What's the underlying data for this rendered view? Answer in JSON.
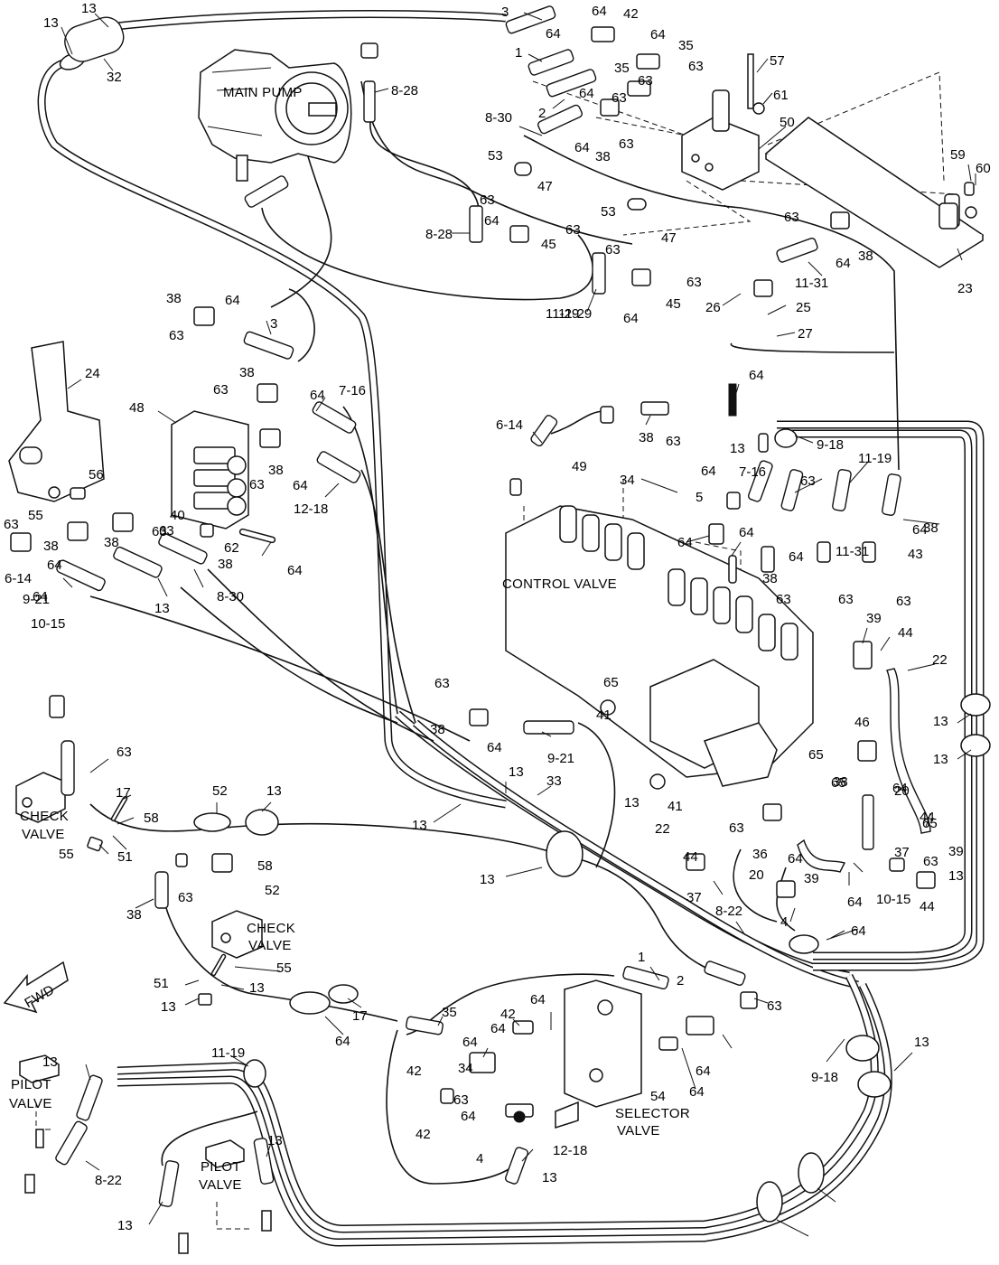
{
  "components": {
    "main_pump": "MAIN  PUMP",
    "control_valve": "CONTROL  VALVE",
    "check_valve_1_a": "CHECK",
    "check_valve_1_b": "VALVE",
    "check_valve_2_a": "CHECK",
    "check_valve_2_b": "VALVE",
    "pilot_valve_1_a": "PILOT",
    "pilot_valve_1_b": "VALVE",
    "pilot_valve_2_a": "PILOT",
    "pilot_valve_2_b": "VALVE",
    "selector_valve_a": "SELECTOR",
    "selector_valve_b": "VALVE",
    "fwd": "FWD"
  },
  "callouts": [
    "13",
    "13",
    "32",
    "3",
    "64",
    "42",
    "64",
    "1",
    "64",
    "35",
    "63",
    "57",
    "2",
    "35",
    "64",
    "63",
    "61",
    "8-28",
    "50",
    "8-30",
    "63",
    "64",
    "38",
    "63",
    "53",
    "47",
    "63",
    "64",
    "63",
    "45",
    "8-28",
    "53",
    "63",
    "47",
    "63",
    "45",
    "11-29",
    "64",
    "11-29",
    "26",
    "25",
    "27",
    "63",
    "38",
    "64",
    "11-31",
    "23",
    "59",
    "60",
    "38",
    "64",
    "3",
    "63",
    "24",
    "38",
    "63",
    "64",
    "7-16",
    "48",
    "63",
    "38",
    "64",
    "12-18",
    "56",
    "55",
    "63",
    "64",
    "38",
    "63",
    "38",
    "64",
    "63",
    "40",
    "62",
    "38",
    "64",
    "6-14",
    "9-21",
    "10-15",
    "13",
    "8-30",
    "64",
    "6-14",
    "38",
    "63",
    "49",
    "34",
    "64",
    "7-16",
    "13",
    "9-18",
    "11-19",
    "63",
    "5",
    "64",
    "64",
    "64",
    "11-31",
    "43",
    "64",
    "38",
    "38",
    "63",
    "63",
    "63",
    "39",
    "44",
    "22",
    "63",
    "38",
    "64",
    "9-21",
    "65",
    "41",
    "13",
    "13",
    "46",
    "65",
    "38",
    "64",
    "63",
    "17",
    "58",
    "55",
    "51",
    "52",
    "13",
    "13",
    "33",
    "13",
    "13",
    "13",
    "41",
    "65",
    "20",
    "44",
    "22",
    "63",
    "39",
    "65",
    "44",
    "37",
    "63",
    "44",
    "36",
    "64",
    "10-15",
    "37",
    "8-22",
    "20",
    "39",
    "64",
    "13",
    "4",
    "64",
    "38",
    "63",
    "58",
    "52",
    "55",
    "51",
    "13",
    "13",
    "17",
    "64",
    "1",
    "2",
    "63",
    "35",
    "64",
    "42",
    "64",
    "64",
    "42",
    "34",
    "63",
    "64",
    "54",
    "64",
    "42",
    "64",
    "4",
    "12-18",
    "13",
    "13",
    "11-19",
    "9-18",
    "8-22",
    "13",
    "13",
    "13"
  ]
}
